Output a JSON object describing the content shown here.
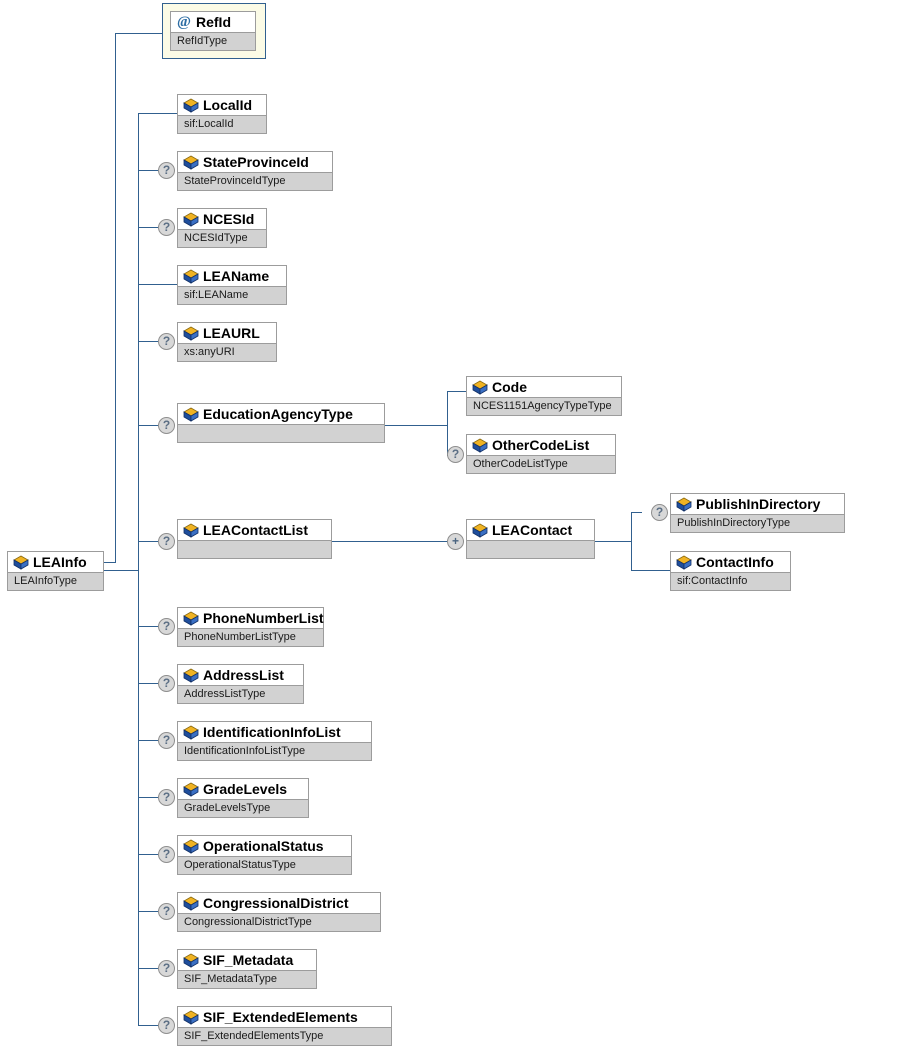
{
  "diagram": {
    "title": "LEAInfo",
    "root": {
      "name": "LEAInfo",
      "type": "LEAInfoType",
      "icon": "element-icon"
    },
    "attribute_node": {
      "name": "RefId",
      "type": "RefIdType",
      "icon": "attribute-icon",
      "icon_glyph": "@"
    },
    "children": [
      {
        "name": "LocalId",
        "type": "sif:LocalId",
        "badge": "",
        "icon": "element-icon"
      },
      {
        "name": "StateProvinceId",
        "type": "StateProvinceIdType",
        "badge": "?",
        "icon": "element-icon"
      },
      {
        "name": "NCESId",
        "type": "NCESIdType",
        "badge": "?",
        "icon": "element-icon"
      },
      {
        "name": "LEAName",
        "type": "sif:LEAName",
        "badge": "",
        "icon": "element-icon"
      },
      {
        "name": "LEAURL",
        "type": "xs:anyURI",
        "badge": "?",
        "icon": "element-icon"
      },
      {
        "name": "EducationAgencyType",
        "type": "",
        "badge": "?",
        "icon": "element-icon"
      },
      {
        "name": "LEAContactList",
        "type": "",
        "badge": "?",
        "icon": "element-icon"
      },
      {
        "name": "PhoneNumberList",
        "type": "PhoneNumberListType",
        "badge": "?",
        "icon": "element-icon"
      },
      {
        "name": "AddressList",
        "type": "AddressListType",
        "badge": "?",
        "icon": "element-icon"
      },
      {
        "name": "IdentificationInfoList",
        "type": "IdentificationInfoListType",
        "badge": "?",
        "icon": "element-icon"
      },
      {
        "name": "GradeLevels",
        "type": "GradeLevelsType",
        "badge": "?",
        "icon": "element-icon"
      },
      {
        "name": "OperationalStatus",
        "type": "OperationalStatusType",
        "badge": "?",
        "icon": "element-icon"
      },
      {
        "name": "CongressionalDistrict",
        "type": "CongressionalDistrictType",
        "badge": "?",
        "icon": "element-icon"
      },
      {
        "name": "SIF_Metadata",
        "type": "SIF_MetadataType",
        "badge": "?",
        "icon": "element-icon"
      },
      {
        "name": "SIF_ExtendedElements",
        "type": "SIF_ExtendedElementsType",
        "badge": "?",
        "icon": "element-icon"
      }
    ],
    "education_agency_type_children": [
      {
        "name": "Code",
        "type": "NCES1151AgencyTypeType",
        "badge": "",
        "icon": "element-icon"
      },
      {
        "name": "OtherCodeList",
        "type": "OtherCodeListType",
        "badge": "?",
        "icon": "element-icon"
      }
    ],
    "lea_contact_list_children": [
      {
        "name": "LEAContact",
        "type": "",
        "badge": "+",
        "icon": "element-icon"
      }
    ],
    "lea_contact_children": [
      {
        "name": "PublishInDirectory",
        "type": "PublishInDirectoryType",
        "badge": "?",
        "icon": "element-icon"
      },
      {
        "name": "ContactInfo",
        "type": "sif:ContactInfo",
        "badge": "",
        "icon": "element-icon"
      }
    ],
    "colors": {
      "connector": "#31608f",
      "box_border": "#9c9c9c",
      "title_bg": "#ffffff",
      "type_bg": "#d2d2d2",
      "attribute_frame": "#31608f",
      "attribute_fill": "#fbfbe6",
      "icon_blue": "#1f4e9c",
      "icon_gold": "#f0b323",
      "badge_text": "#5c6f85"
    }
  }
}
